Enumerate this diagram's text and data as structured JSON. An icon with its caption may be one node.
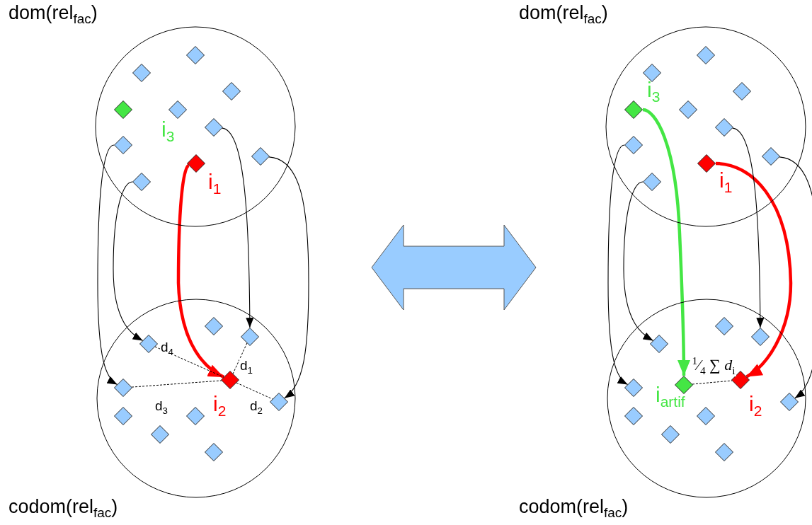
{
  "diagram": {
    "nodes": [
      {
        "text": [
          "dom(rel$_{fac}$)"
        ]
      },
      {
        "text": [],
        "shape": "diamond",
        "in": 0
      },
      {
        "text": [],
        "shape": "diamond",
        "in": 0
      },
      {
        "text": [],
        "shape": "diamond",
        "in": 0
      },
      {
        "text": [],
        "shape": "diamond",
        "in": 0
      },
      {
        "text": [],
        "shape": "diamond",
        "in": 0
      },
      {
        "text": [],
        "shape": "diamond",
        "in": 0
      },
      {
        "text": [],
        "shape": "diamond",
        "in": 0
      },
      {
        "text": [],
        "shape": "diamond",
        "in": 0
      },
      {
        "text": [],
        "shape": "diamond",
        "in": 0,
        "beside": [
          "i$_{1}$"
        ]
      },
      {
        "text": [],
        "shape": "diamond",
        "in": 0
      },
      {
        "text": [
          "codom(rel$_{fac}$)"
        ]
      },
      {
        "text": [],
        "shape": "diamond",
        "in": 11
      },
      {
        "text": [],
        "shape": "diamond",
        "in": 11
      },
      {
        "text": [],
        "shape": "diamond",
        "in": 11
      },
      {
        "text": [],
        "shape": "diamond",
        "in": 11,
        "beside": [
          "i$_{2}$"
        ]
      },
      {
        "text": [],
        "shape": "diamond",
        "in": 11
      },
      {
        "text": [],
        "shape": "diamond",
        "in": 11
      },
      {
        "text": [],
        "shape": "diamond",
        "in": 11
      },
      {
        "text": [],
        "shape": "diamond",
        "in": 11
      },
      {
        "text": [],
        "shape": "diamond",
        "in": 11
      },
      {
        "text": [],
        "shape": "diamond",
        "in": 11
      },
      {
        "text": [
          "dom(rel$_{fac}$)"
        ]
      },
      {
        "text": [],
        "shape": "diamond",
        "in": 22
      },
      {
        "text": [],
        "shape": "diamond",
        "in": 22
      },
      {
        "text": [],
        "shape": "diamond",
        "in": 22
      },
      {
        "text": [],
        "shape": "diamond",
        "in": 22,
        "beside": [
          "i$_{3}$"
        ]
      },
      {
        "text": [],
        "shape": "diamond",
        "in": 22
      },
      {
        "text": [],
        "shape": "diamond",
        "in": 22
      },
      {
        "text": [],
        "shape": "diamond",
        "in": 22
      },
      {
        "text": [],
        "shape": "diamond",
        "in": 22
      },
      {
        "text": [],
        "shape": "diamond",
        "in": 22,
        "beside": [
          "i$_{1}$"
        ]
      },
      {
        "text": [],
        "shape": "diamond",
        "in": 22
      },
      {
        "text": [
          "codom(rel$_{fac}$)"
        ]
      },
      {
        "text": [],
        "shape": "diamond",
        "in": 33
      },
      {
        "text": [],
        "shape": "diamond",
        "in": 33
      },
      {
        "text": [],
        "shape": "diamond",
        "in": 33
      },
      {
        "text": [],
        "shape": "diamond",
        "in": 33,
        "beside": [
          "i$_{artif}$"
        ]
      },
      {
        "text": [],
        "shape": "diamond",
        "in": 33,
        "beside": [
          "i$_{2}$"
        ]
      },
      {
        "text": [],
        "shape": "diamond",
        "in": 33
      },
      {
        "text": [],
        "shape": "diamond",
        "in": 33
      },
      {
        "text": [],
        "shape": "diamond",
        "in": 33
      },
      {
        "text": [],
        "shape": "diamond",
        "in": 33
      },
      {
        "text": [],
        "shape": "diamond",
        "in": 33
      },
      {
        "text": [],
        "shape": "diamond",
        "in": 33
      }
    ],
    "edges": [
      {
        "from": 6,
        "to": 13,
        "arrow": "to"
      },
      {
        "from": 8,
        "to": 17,
        "arrow": "to"
      },
      {
        "from": 7,
        "to": 16,
        "arrow": "to"
      },
      {
        "from": 10,
        "to": 14,
        "arrow": "to"
      },
      {
        "from": 9,
        "to": 15,
        "arrow": "to",
        "style": "thick",
        "color": "#ff0000"
      },
      {
        "from": 13,
        "to": 15,
        "arrow": "none",
        "style": "dashed",
        "label": "d$_{1}$"
      },
      {
        "from": 15,
        "to": 17,
        "arrow": "none",
        "style": "dashed",
        "label": "d$_{2}$"
      },
      {
        "from": 16,
        "to": 15,
        "arrow": "none",
        "style": "dashed",
        "label": "d$_{3}$"
      },
      {
        "from": 14,
        "to": 15,
        "arrow": "none",
        "style": "dashed",
        "label": "d$_{4}$"
      },
      {
        "from": 26,
        "to": 37,
        "arrow": "to",
        "style": "thick",
        "color": "#44e644"
      },
      {
        "from": 31,
        "to": 38,
        "arrow": "to",
        "style": "thick",
        "color": "#ff0000"
      },
      {
        "from": 28,
        "to": 35,
        "arrow": "to"
      },
      {
        "from": 30,
        "to": 40,
        "arrow": "to"
      },
      {
        "from": 29,
        "to": 39,
        "arrow": "to"
      },
      {
        "from": 32,
        "to": 36,
        "arrow": "to"
      },
      {
        "from": 37,
        "to": 38,
        "arrow": "none",
        "style": "dashed",
        "label": "$^{1}$⁄$_{4}$ ∑ *d*$_{i}$"
      }
    ],
    "labels": [
      "i$_{3}$"
    ]
  }
}
